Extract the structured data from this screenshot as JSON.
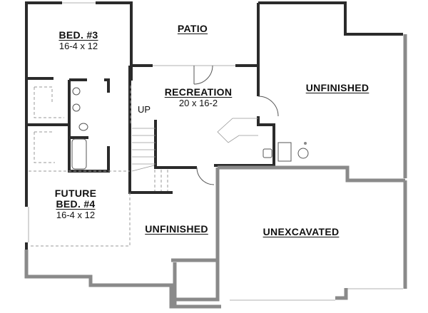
{
  "plan": {
    "rooms": [
      {
        "id": "bed3",
        "name": "BED. #3",
        "dims": "16-4 x 12"
      },
      {
        "id": "patio",
        "name": "PATIO"
      },
      {
        "id": "recreation",
        "name": "RECREATION",
        "dims": "20 x 16-2"
      },
      {
        "id": "unfinished_ne",
        "name": "UNFINISHED"
      },
      {
        "id": "future_bed4",
        "name_line1": "FUTURE",
        "name_line2": "BED. #4",
        "dims": "16-4 x 12"
      },
      {
        "id": "unfinished_sw",
        "name": "UNFINISHED"
      },
      {
        "id": "unexcavated",
        "name": "UNEXCAVATED"
      }
    ],
    "stair_label": "UP",
    "colors": {
      "wall": "#2b2b2b",
      "foundation": "#8a8a8a",
      "fixture": "#999999"
    }
  }
}
